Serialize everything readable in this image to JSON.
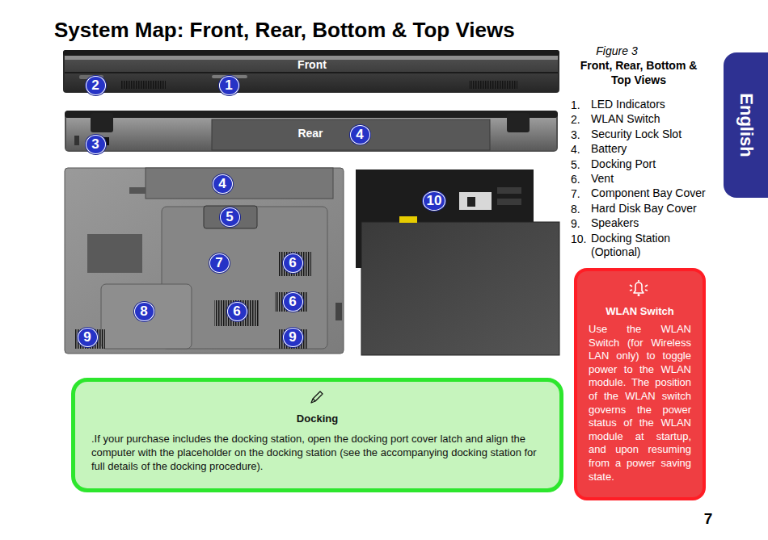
{
  "diagram": {
    "title": "System Map: Front, Rear, Bottom & Top Views",
    "caption": "Front, Rear, Bottom & Top Views",
    "nodes": [
      {
        "text": [
          "English"
        ]
      },
      {
        "text": [
          "2"
        ]
      },
      {
        "text": [
          "1"
        ]
      },
      {
        "text": [
          "3"
        ]
      },
      {
        "text": [
          "4"
        ]
      },
      {
        "text": [
          "4"
        ]
      },
      {
        "text": [
          "5"
        ]
      },
      {
        "text": [
          "7"
        ]
      },
      {
        "text": [
          "6"
        ]
      },
      {
        "text": [
          "6"
        ]
      },
      {
        "text": [
          "8"
        ]
      },
      {
        "text": [
          "6"
        ]
      },
      {
        "text": [
          "9"
        ]
      },
      {
        "text": [
          "9"
        ]
      },
      {
        "text": [
          "10"
        ]
      },
      {
        "text": [
          "WLAN Switch",
          "Use the WLAN Switch (for Wireless LAN only) to toggle power to the WLAN module. The position of the WLAN switch governs the power status of the WLAN module at startup, and upon resuming from a power saving state."
        ]
      },
      {
        "text": [
          "Docking",
          ".If your purchase includes the docking station, open the docking port cover latch and align the computer with the placeholder on the docking station (see the accompanying docking station for full details of the docking procedure)."
        ]
      }
    ],
    "labels": [
      "Front",
      "Rear",
      "Figure 3",
      "1.",
      "2.",
      "3.",
      "4.",
      "5.",
      "6.",
      "7.",
      "8.",
      "9.",
      "10.",
      "LED Indicators",
      "WLAN Switch",
      "Security Lock Slot",
      "Battery",
      "Docking Port",
      "Vent",
      "Component Bay Cover",
      "Hard Disk Bay Cover",
      "Speakers",
      "Docking Station (Optional)",
      "7"
    ]
  }
}
